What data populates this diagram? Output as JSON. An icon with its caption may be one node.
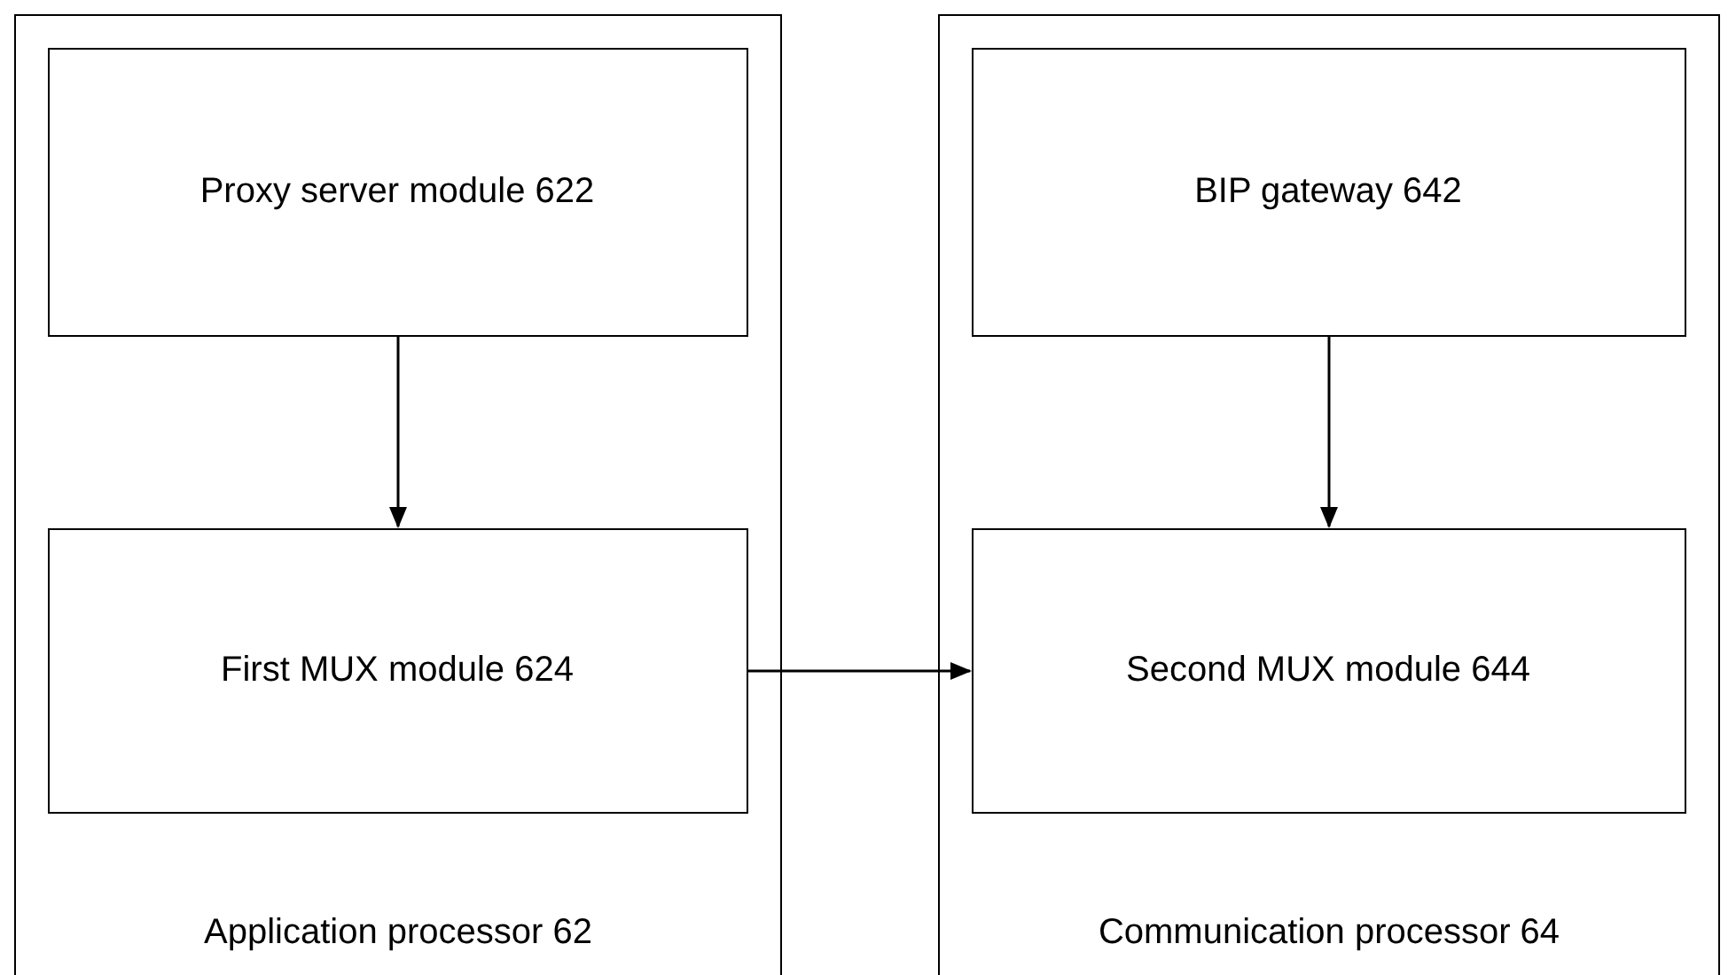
{
  "diagram": {
    "nodes": [
      {
        "text": [
          "Application processor 62"
        ]
      },
      {
        "text": [
          "Proxy server module 622"
        ],
        "in": 0
      },
      {
        "text": [
          "First MUX module 624"
        ],
        "in": 0
      },
      {
        "text": [
          "Communication processor 64"
        ]
      },
      {
        "text": [
          "BIP gateway 642"
        ],
        "in": 3
      },
      {
        "text": [
          "Second MUX module 644"
        ],
        "in": 3
      }
    ],
    "edges": [
      {
        "from": 1,
        "to": 2,
        "arrow": "to"
      },
      {
        "from": 4,
        "to": 5,
        "arrow": "to"
      },
      {
        "from": 2,
        "to": 5,
        "arrow": "to"
      }
    ]
  }
}
